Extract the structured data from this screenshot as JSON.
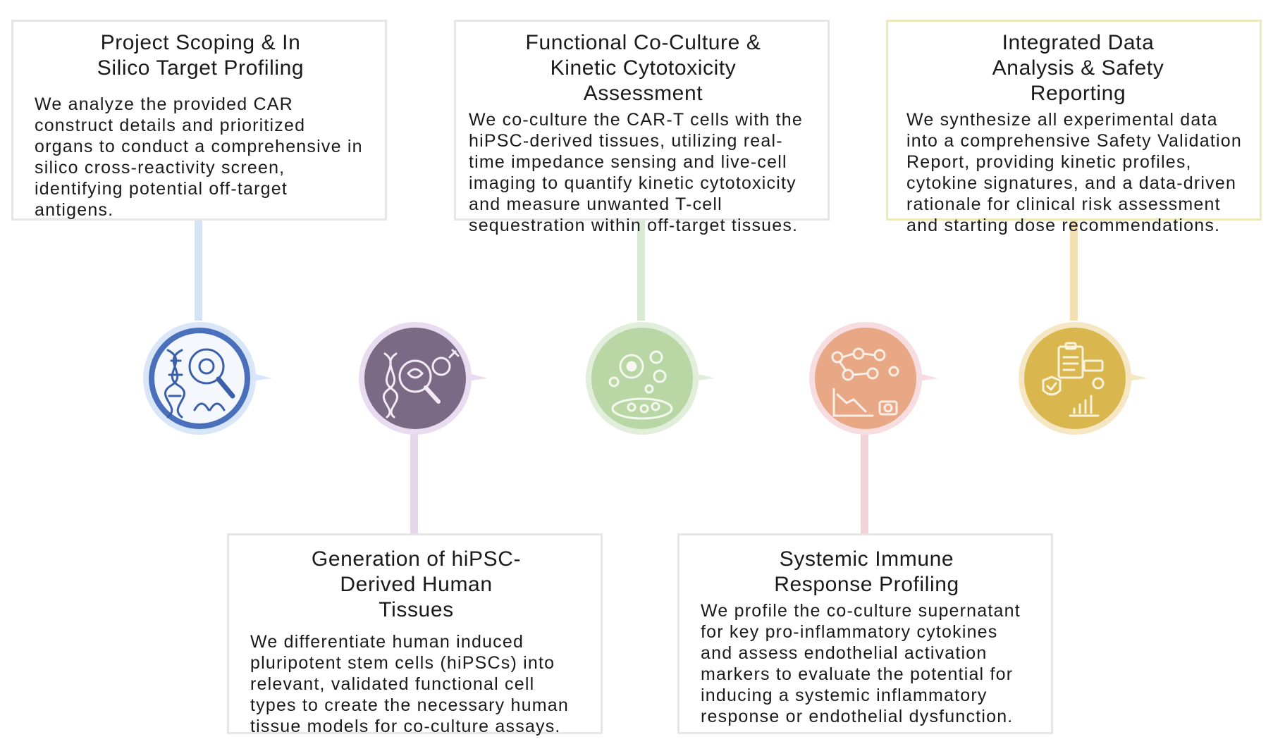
{
  "steps": [
    {
      "title": "Project Scoping & In Silico Target Profiling",
      "description": "We analyze the provided CAR construct details and prioritized organs to conduct a comprehensive in silico cross-reactivity screen, identifying potential off-target antigens.",
      "icon": "dna-magnifier-cell-icon",
      "color": "#4a6fbb",
      "halo": "#d9e6f7"
    },
    {
      "title": "Generation of hiPSC-Derived Human Tissues",
      "description": "We differentiate human induced pluripotent stem cells (hiPSCs) into relevant, validated functional cell types to create the necessary human tissue models for co-culture assays.",
      "icon": "dna-brain-magnifier-icon",
      "color": "#7a6a86",
      "halo": "#eadcf0"
    },
    {
      "title": "Functional Co-Culture & Kinetic Cytotoxicity Assessment",
      "description": "We co-culture the CAR-T cells with the hiPSC-derived tissues, utilizing real-time impedance sensing and live-cell imaging to quantify kinetic cytotoxicity and measure unwanted T-cell sequestration within off-target tissues.",
      "icon": "cells-petri-dish-icon",
      "color": "#b9d7a4",
      "halo": "#e0eedb"
    },
    {
      "title": "Systemic Immune Response Profiling",
      "description": "We profile the co-culture supernatant for key pro-inflammatory cytokines and assess endothelial activation markers to evaluate the potential for inducing a systemic inflammatory response or endothelial dysfunction.",
      "icon": "immune-network-chart-icon",
      "color": "#e8a886",
      "halo": "#f7dde0"
    },
    {
      "title": "Integrated Data Analysis & Safety Reporting",
      "description": "We synthesize all experimental data into a comprehensive Safety Validation Report, providing kinetic profiles, cytokine signatures, and a data-driven rationale for clinical risk assessment and starting dose recommendations.",
      "icon": "report-shield-chart-icon",
      "color": "#d9b64e",
      "halo": "#f5e6c4"
    }
  ]
}
